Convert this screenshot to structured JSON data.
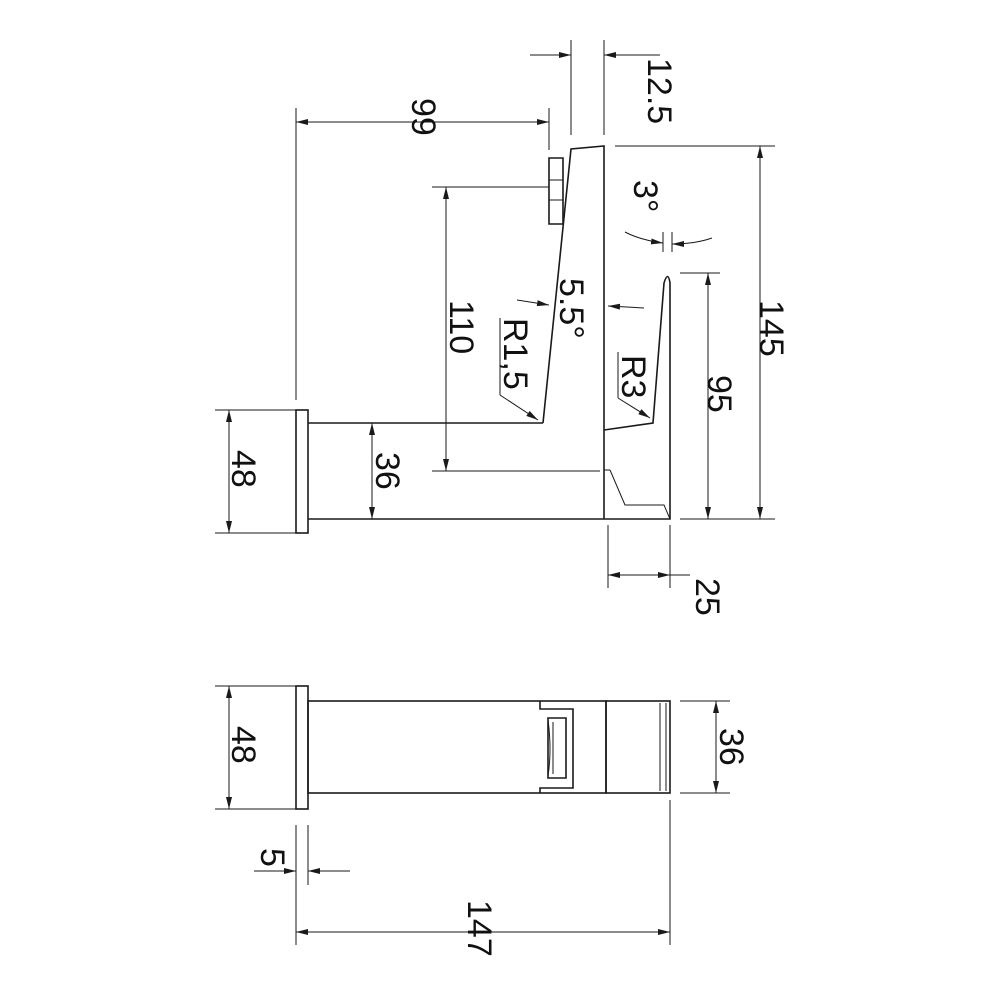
{
  "side_view": {
    "dims": {
      "spout_thickness": "12.5",
      "width_99": "99",
      "angle_3": "3°",
      "height_145": "145",
      "height_110": "110",
      "angle_5_5": "5.5°",
      "radius_r1_5": "R1,5",
      "radius_r3": "R3",
      "height_95": "95",
      "flange_48": "48",
      "body_36": "36",
      "lever_25": "25"
    }
  },
  "top_view": {
    "dims": {
      "flange_48": "48",
      "body_36": "36",
      "flange_5": "5",
      "length_147": "147"
    }
  }
}
